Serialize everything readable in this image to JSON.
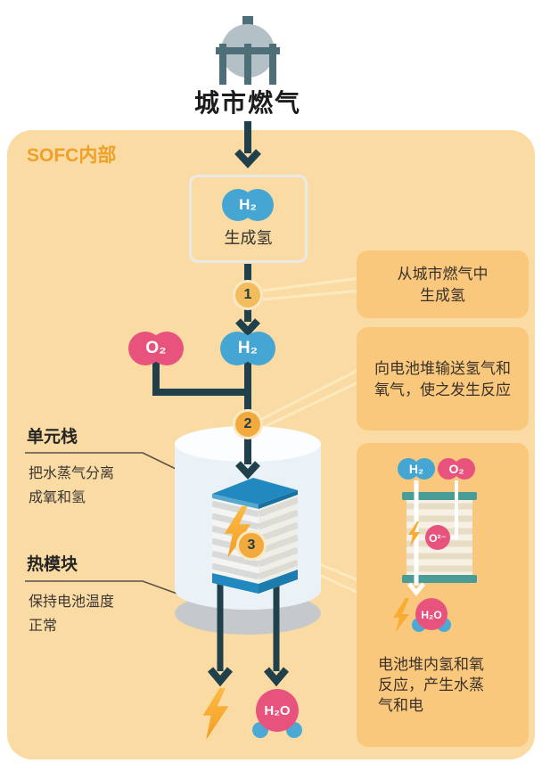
{
  "colors": {
    "panel_bg": "#FBDBA4",
    "callout_bg": "#F9C87D",
    "dark_teal": "#20414B",
    "blue_molecule": "#45A6D4",
    "pink_molecule": "#E8537E",
    "accent_orange": "#F2A93D",
    "step1_fill": "#F3BD5E",
    "lightning": "#F9AC33",
    "stack_blue": "#2189BF",
    "mini_stack_teal": "#4A9D97",
    "sofc_label_orange": "#EFA028",
    "cylinder_body": "#EBF2F7",
    "cylinder_base": "#C5C9CC"
  },
  "header": {
    "title": "城市燃气"
  },
  "panel_label": "SOFC内部",
  "reform": {
    "label": "生成氢"
  },
  "molecules": {
    "h2": "H₂",
    "o2": "O₂",
    "h2o": "H₂O",
    "o2_ion": "O²⁻"
  },
  "steps": [
    "1",
    "2",
    "3"
  ],
  "left_labels": {
    "stack_title": "单元栈",
    "stack_desc": [
      "把水蒸气分离",
      "成氧和氢"
    ],
    "thermal_title": "热模块",
    "thermal_desc": [
      "保持电池温度",
      "正常"
    ]
  },
  "callouts": {
    "step1": [
      "从城市燃气中",
      "生成氢"
    ],
    "step2": [
      "向电池堆输送氢气和",
      "氧气，使之发生反应"
    ],
    "step3": [
      "电池堆内氢和氧",
      "反应，产生水蒸",
      "气和电"
    ]
  }
}
